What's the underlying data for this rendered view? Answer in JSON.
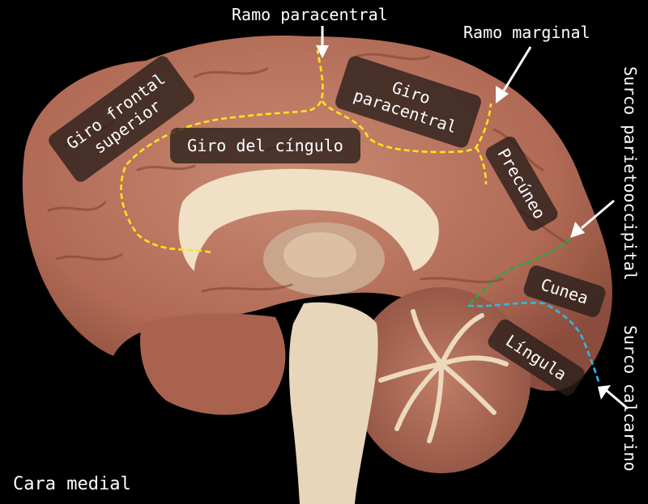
{
  "labels": {
    "giro_frontal_superior": "Giro frontal\nsuperior",
    "giro_del_cingulo": "Giro del cíngulo",
    "giro_paracentral": "Giro\nparacentral",
    "precuneo": "Precúneo",
    "cunea": "Cunea",
    "lingula": "Língula",
    "ramo_paracentral": "Ramo paracentral",
    "ramo_marginal": "Ramo marginal",
    "surco_parietooccipital": "Surco parietooccipital",
    "surco_calcarino": "Surco calcarino",
    "cara_medial": "Cara medial"
  },
  "colors": {
    "background": "#000000",
    "cortex": "#b8735e",
    "white_matter": "#efe0c6",
    "cingulate_line": "#ffe21a",
    "parietooccipital_line": "#1fae3a",
    "calcarine_line": "#2fb8e8",
    "label_box": "#2a1f1a",
    "text": "#ffffff"
  }
}
